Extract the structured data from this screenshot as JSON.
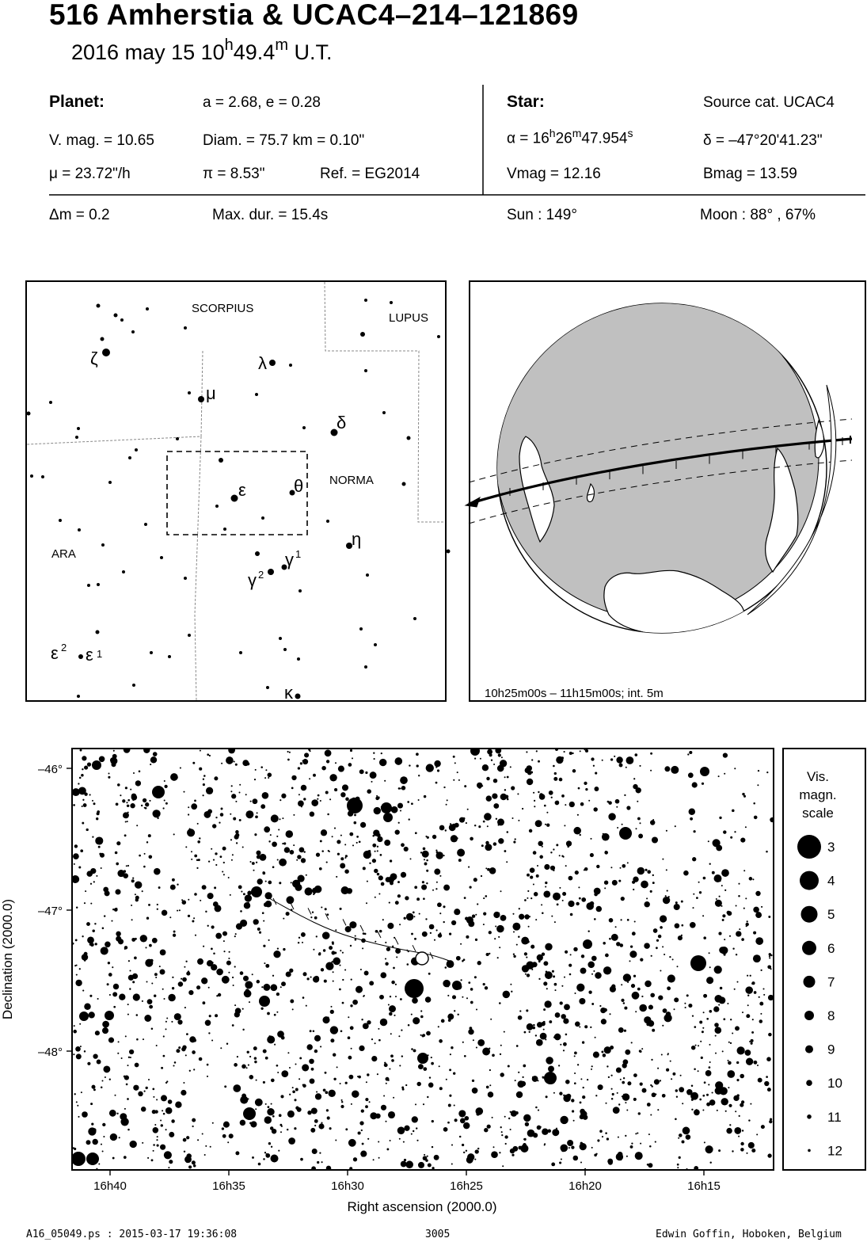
{
  "header": {
    "title": "516 Amherstia  &  UCAC4–214–121869",
    "date": "2016 may 15  10",
    "time_h": "h",
    "time_min": "49.4",
    "time_m": "m",
    "time_ut": " U.T."
  },
  "planet": {
    "label": "Planet:",
    "orbit": "a = 2.68, e = 0.28",
    "vmag": "V. mag. = 10.65",
    "diam": "Diam. = 75.7 km = 0.10\"",
    "mu": "μ =  23.72\"/h",
    "pi": "π =  8.53\"",
    "ref": "Ref. = EG2014",
    "dm": "Δm = 0.2",
    "maxdur": "Max. dur. = 15.4s"
  },
  "star": {
    "label": "Star:",
    "source": "Source cat.  UCAC4",
    "ra_pre": "α = 16",
    "ra_h": "h",
    "ra_mid": "26",
    "ra_m": "m",
    "ra_sec": "47.954",
    "ra_s": "s",
    "dec": "δ = –47°20'41.23\"",
    "vmag": "Vmag = 12.16",
    "bmag": "Bmag = 13.59",
    "sun": "Sun : 149°",
    "moon": "Moon :  88° , 67%"
  },
  "constellation_map": {
    "constellations": [
      "SCORPIUS",
      "LUPUS",
      "NORMA",
      "ARA"
    ],
    "greek_labels": [
      "ζ",
      "λ",
      "μ",
      "δ",
      "ε",
      "θ",
      "η",
      "γ",
      "γ",
      "ε",
      "ε",
      "κ"
    ],
    "superscripts": [
      "1",
      "2",
      "2",
      "1"
    ]
  },
  "globe": {
    "caption": "10h25m00s – 11h15m00s; int.  5m",
    "colors": {
      "land": "#ffffff",
      "night": "#c0c0c0"
    }
  },
  "star_chart": {
    "y_ticks": [
      "–46°",
      "–47°",
      "–48°"
    ],
    "x_ticks": [
      "16h40",
      "16h35",
      "16h30",
      "16h25",
      "16h20",
      "16h15"
    ],
    "xlabel": "Right ascension (2000.0)",
    "ylabel": "Declination (2000.0)"
  },
  "legend": {
    "title": [
      "Vis.",
      "magn.",
      "scale"
    ],
    "mags": [
      "3",
      "4",
      "5",
      "6",
      "7",
      "8",
      "9",
      "10",
      "11",
      "12"
    ]
  },
  "footer": {
    "file": "A16_05049.ps : 2015-03-17 19:36:08",
    "number": "3005",
    "author": "Edwin Goffin, Hoboken, Belgium"
  }
}
